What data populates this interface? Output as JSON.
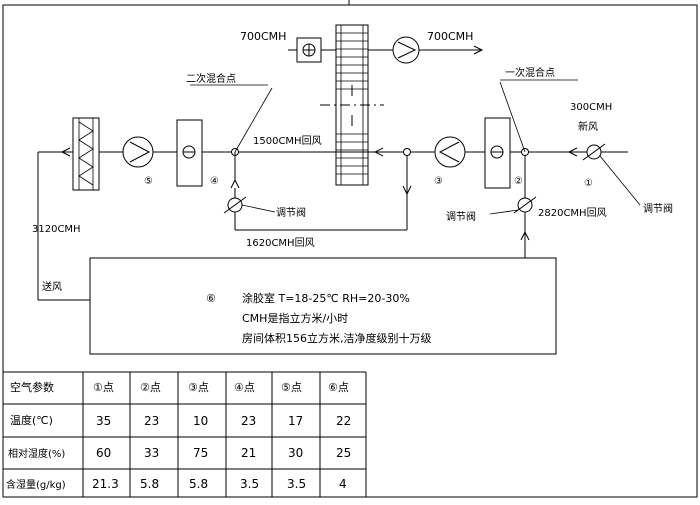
{
  "flows": {
    "exhaust_left": "700CMH",
    "exhaust_right": "700CMH",
    "return_upper": "1500CMH回风",
    "return_lower": "1620CMH回风",
    "return_right": "2820CMH回风",
    "fresh_qty": "300CMH",
    "fresh_label": "新风",
    "supply_qty": "3120CMH",
    "supply_label": "送风"
  },
  "labels": {
    "secondary_mix": "二次混合点",
    "primary_mix": "一次混合点",
    "valve_1": "调节阀",
    "valve_2": "调节阀",
    "valve_3": "调节阀"
  },
  "points": {
    "p1": "①",
    "p2": "②",
    "p3": "③",
    "p4": "④",
    "p5": "⑤"
  },
  "room": {
    "number": "⑥",
    "line1": "涂胶室 T=18-25℃ RH=20-30%",
    "line2": "CMH是指立方米/小时",
    "line3": "房间体积156立方米,洁净度级别十万级"
  },
  "table": {
    "headers": [
      "空气参数",
      "①点",
      "②点",
      "③点",
      "④点",
      "⑤点",
      "⑥点"
    ],
    "rows": [
      {
        "label": "温度(℃)",
        "values": [
          "35",
          "23",
          "10",
          "23",
          "17",
          "22"
        ]
      },
      {
        "label": "相对湿度(%)",
        "values": [
          "60",
          "33",
          "75",
          "21",
          "30",
          "25"
        ]
      },
      {
        "label": "含湿量(g/kg)",
        "values": [
          "21.3",
          "5.8",
          "5.8",
          "3.5",
          "3.5",
          "4"
        ]
      }
    ]
  }
}
